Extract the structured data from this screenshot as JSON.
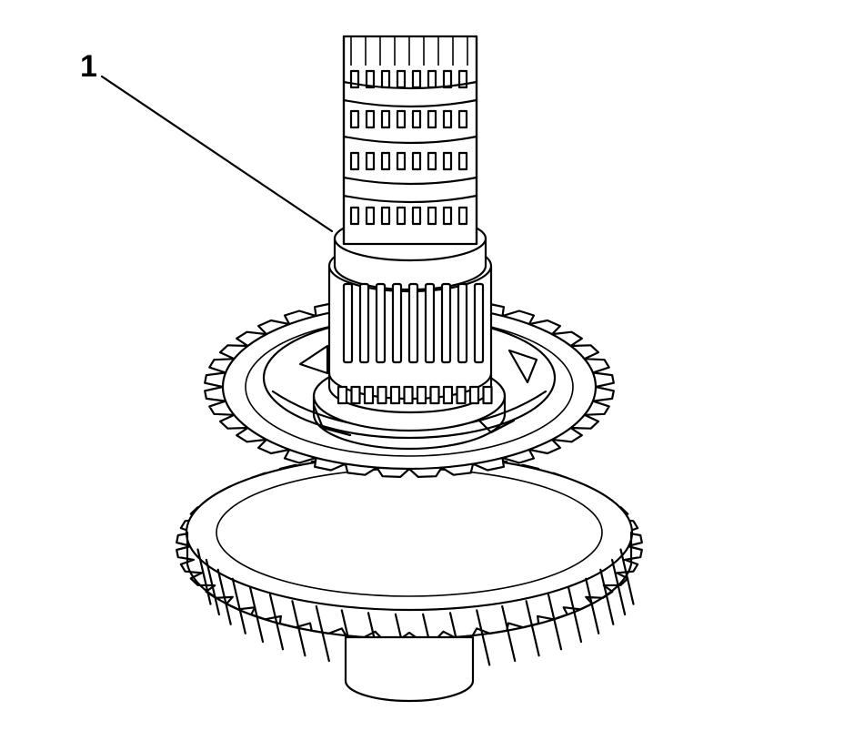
{
  "figure": {
    "subject": "shaft-bearing-gear-assembly",
    "callouts": [
      {
        "number": "1",
        "target": "needle-bearing"
      }
    ],
    "colors": {
      "ink": "#000000",
      "paper": "#ffffff"
    }
  }
}
